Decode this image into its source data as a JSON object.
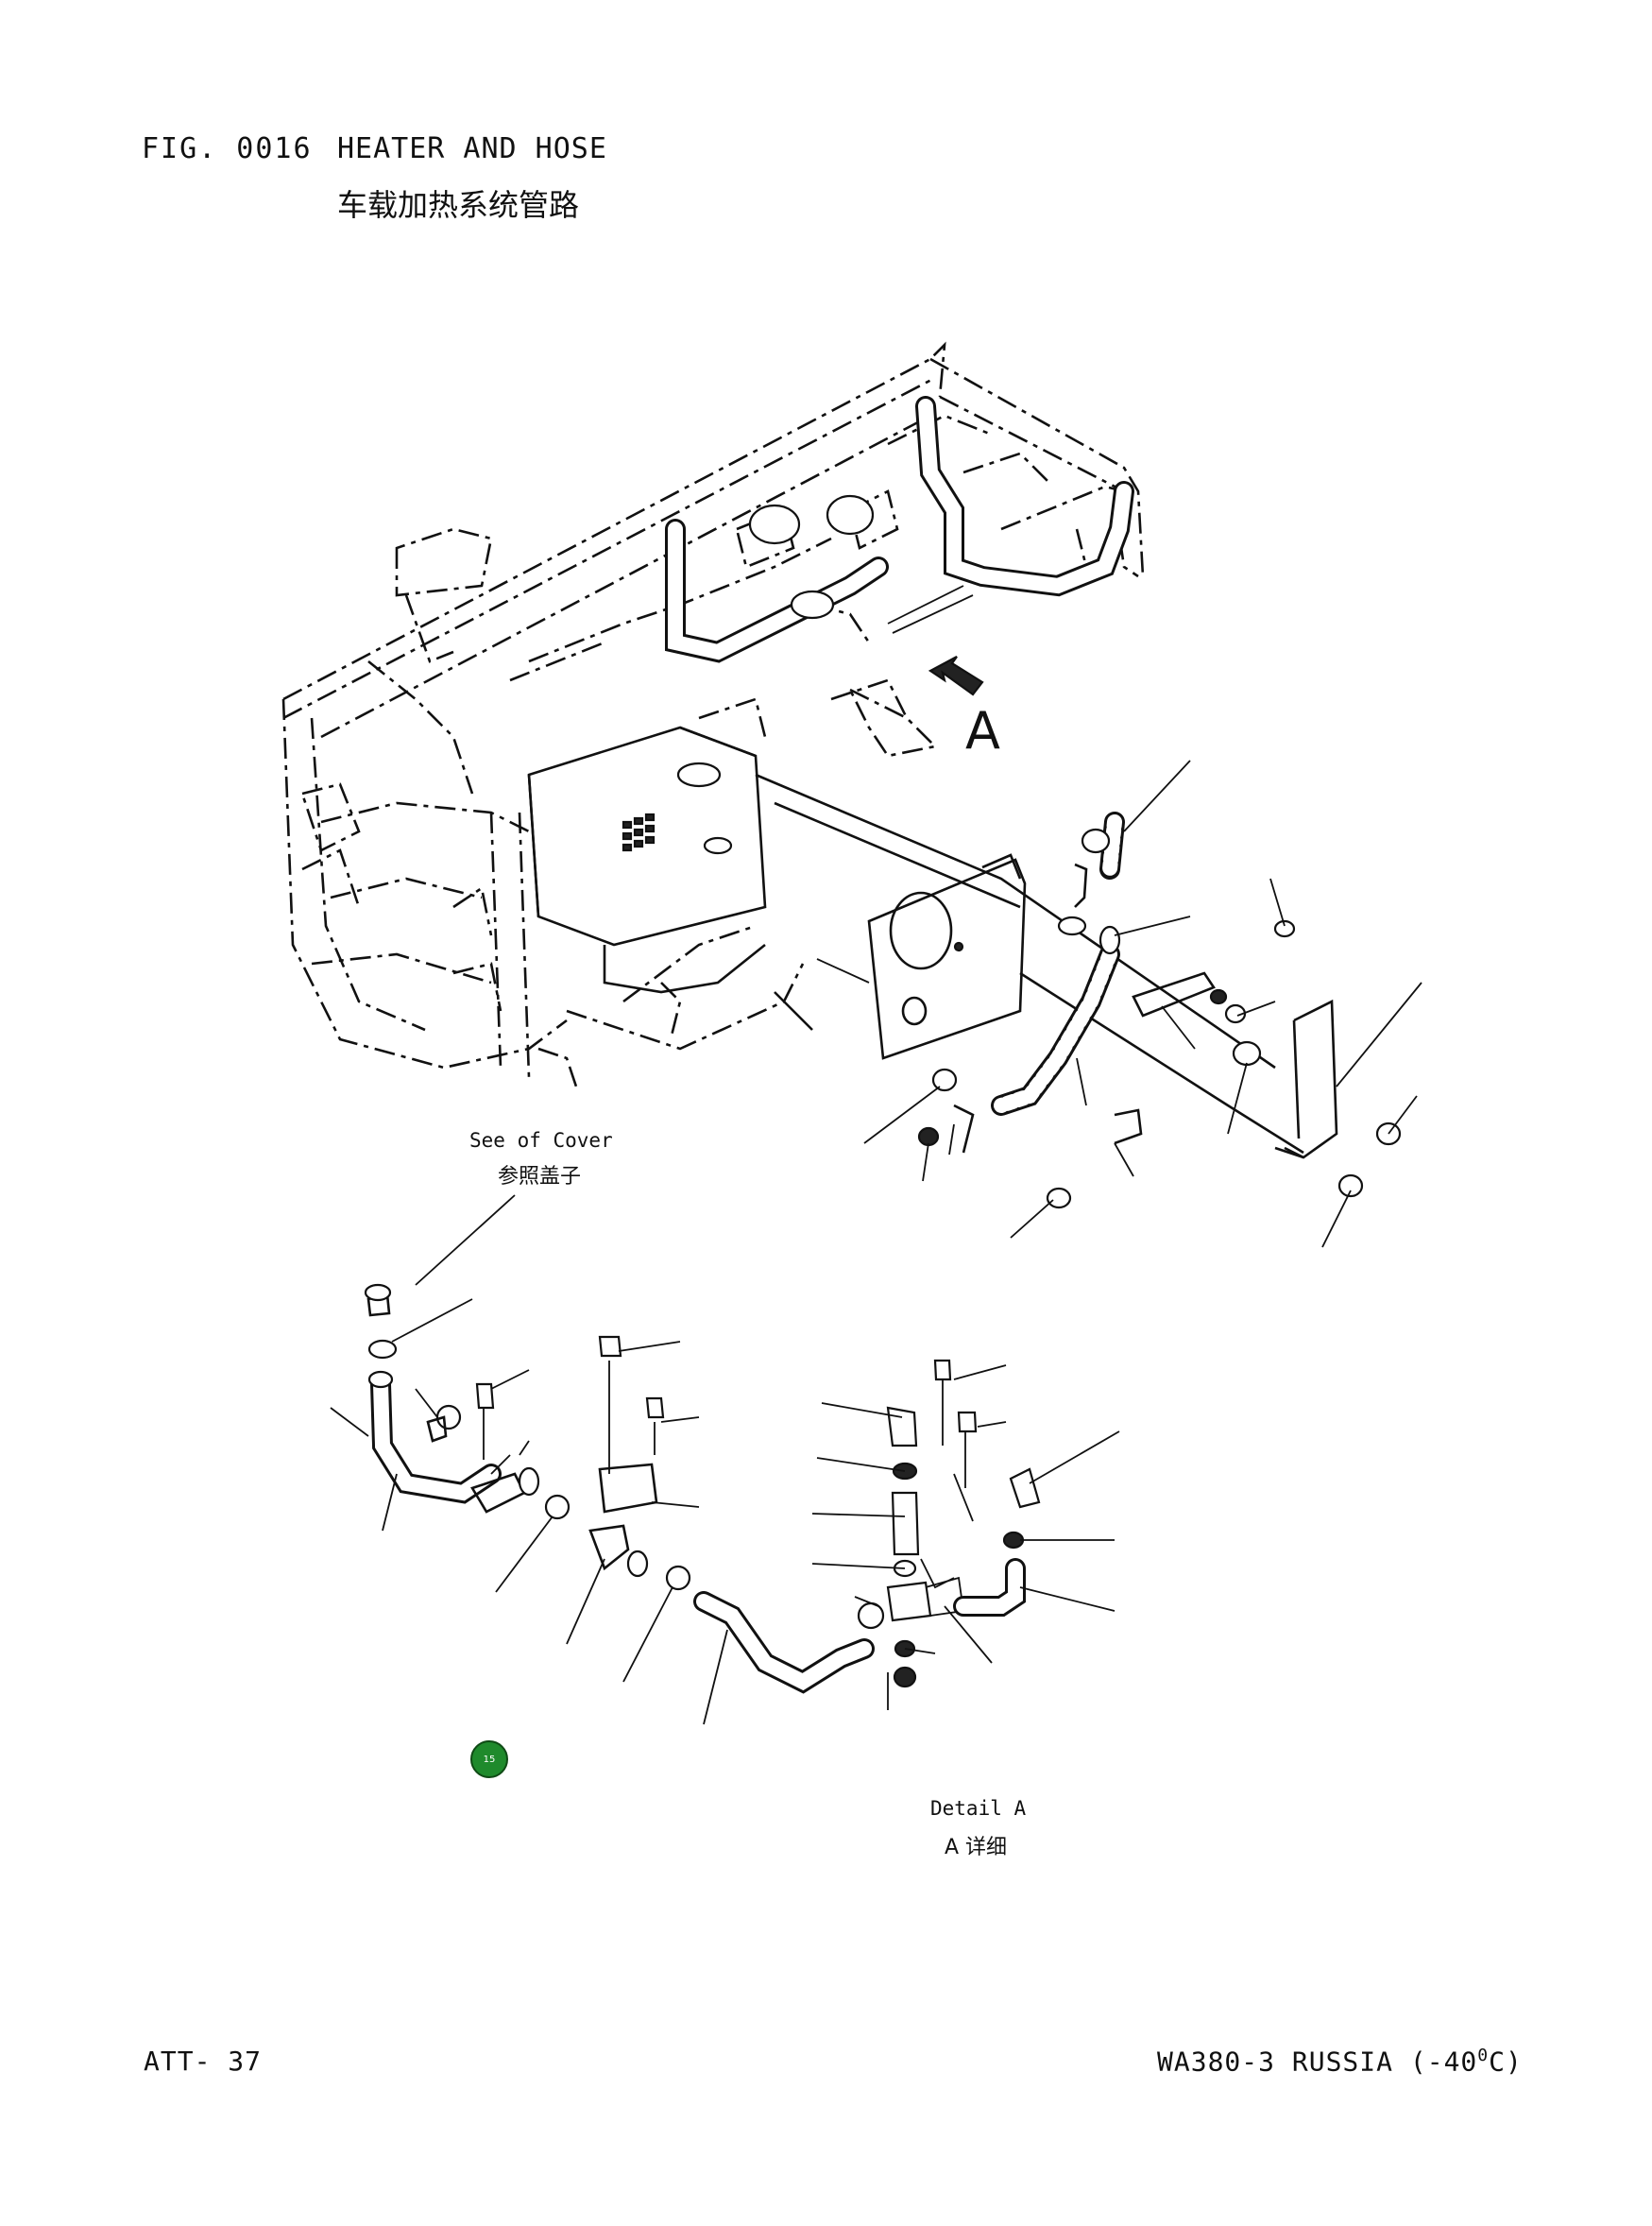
{
  "header": {
    "figure_label": "FIG. 0016",
    "figure_title": "HEATER AND HOSE",
    "figure_title_zh": "车载加热系统管路"
  },
  "annotations": {
    "view_arrow_label": "A",
    "cover_note": "See of Cover",
    "cover_note_zh": "参照盖子",
    "detail_label": "Detail A",
    "detail_label_zh": "A 详细",
    "badge_number": "15"
  },
  "footer": {
    "page_id": "ATT- 37",
    "model_id": "WA380-3 RUSSIA (-40",
    "model_degree": "0",
    "model_unit": "C)"
  }
}
